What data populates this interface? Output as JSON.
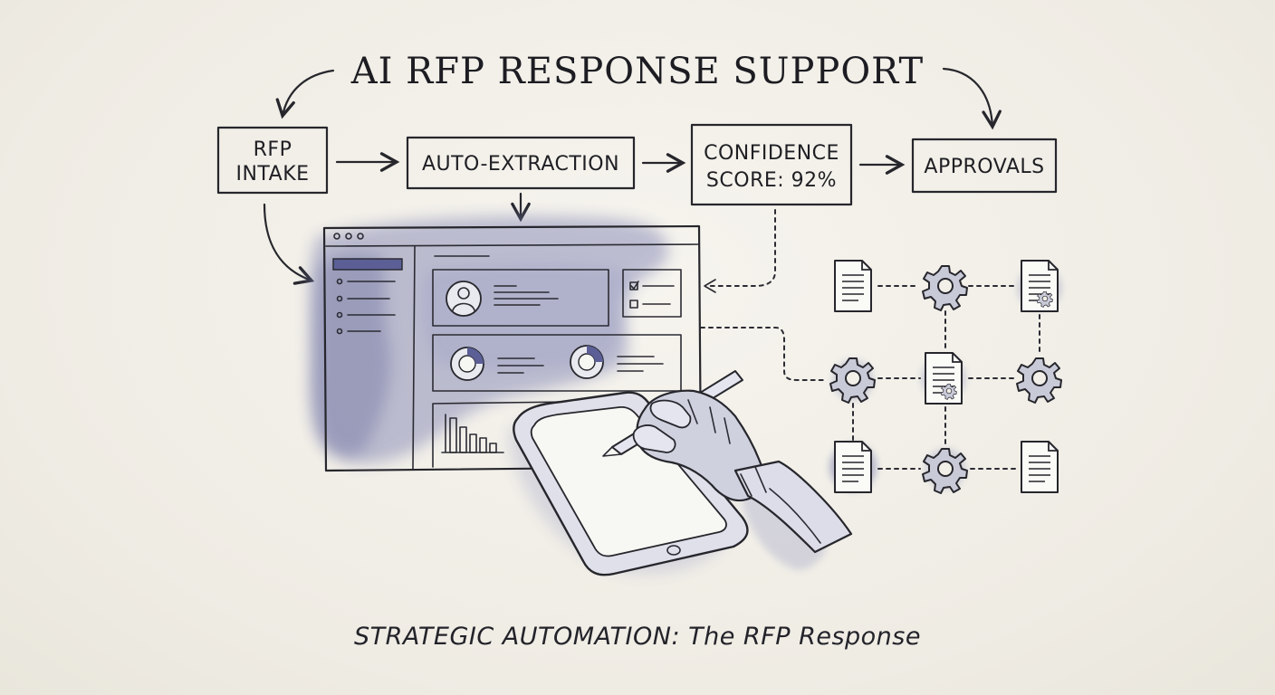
{
  "title": "AI RFP RESPONSE SUPPORT",
  "flow": {
    "intake": {
      "line1": "RFP",
      "line2": "INTAKE"
    },
    "extraction": {
      "label": "AUTO-EXTRACTION"
    },
    "confidence": {
      "line1": "CONFIDENCE",
      "line2": "SCORE: 92%"
    },
    "approvals": {
      "label": "APPROVALS"
    }
  },
  "caption": "STRATEGIC AUTOMATION: The RFP Response",
  "network": {
    "nodes": [
      {
        "id": "n1",
        "icon": "document-icon"
      },
      {
        "id": "n2",
        "icon": "gear-icon"
      },
      {
        "id": "n3",
        "icon": "document-gear-icon"
      },
      {
        "id": "n4",
        "icon": "gear-icon"
      },
      {
        "id": "n5",
        "icon": "document-gear-icon"
      },
      {
        "id": "n6",
        "icon": "gear-icon"
      },
      {
        "id": "n7",
        "icon": "document-icon"
      },
      {
        "id": "n8",
        "icon": "gear-icon"
      },
      {
        "id": "n9",
        "icon": "document-icon"
      }
    ]
  },
  "colors": {
    "ink": "#26262c",
    "wash": "#6f74a6",
    "paper": "#f1efe8"
  }
}
